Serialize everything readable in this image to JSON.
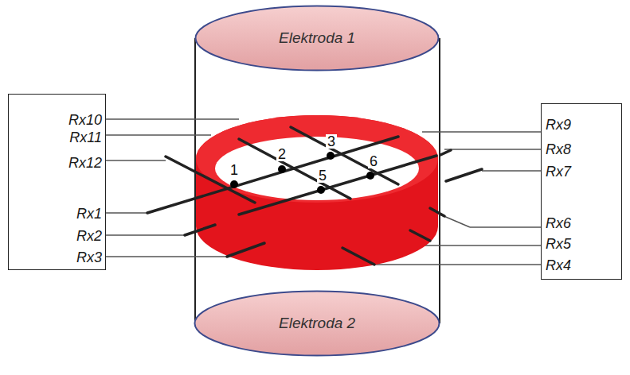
{
  "diagram": {
    "nodes": [
      {
        "text": [
          "Elektroda 1"
        ]
      },
      {
        "text": [
          "Rx10",
          "Rx11",
          "Rx12",
          "Rx1",
          "Rx2",
          "Rx3"
        ]
      },
      {
        "text": [
          "Rx9",
          "Rx8",
          "Rx7",
          "Rx6",
          "Rx5",
          "Rx4"
        ]
      },
      {
        "text": [
          "Elektroda 2"
        ]
      }
    ],
    "labels": [
      "1",
      "2",
      "3",
      "5",
      "6"
    ]
  }
}
